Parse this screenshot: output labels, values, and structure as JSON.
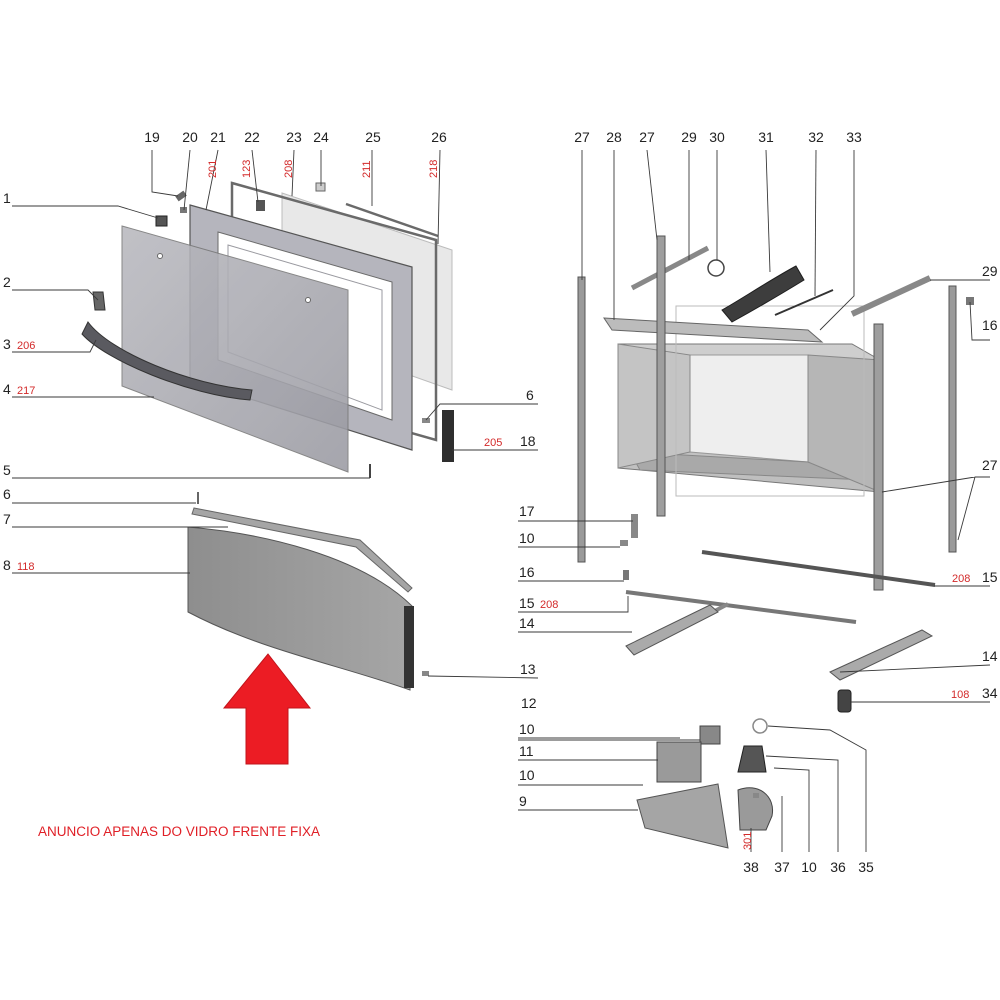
{
  "notice": "ANUNCIO APENAS DO VIDRO FRENTE FIXA",
  "highlight_color": "#e01f26",
  "code_color": "#d32a2a",
  "arrow_icon": "red-up-arrow",
  "left_top_numbers": [
    "19",
    "20",
    "21",
    "22",
    "23",
    "24",
    "25",
    "26"
  ],
  "left_top_codes": [
    "201",
    "123",
    "208",
    "211",
    "218"
  ],
  "left_side": [
    {
      "num": "1",
      "code": ""
    },
    {
      "num": "2",
      "code": ""
    },
    {
      "num": "3",
      "code": "206"
    },
    {
      "num": "4",
      "code": "217"
    },
    {
      "num": "5",
      "code": ""
    },
    {
      "num": "6",
      "code": ""
    },
    {
      "num": "7",
      "code": ""
    },
    {
      "num": "8",
      "code": "118"
    }
  ],
  "left_right_labels": [
    {
      "num": "6",
      "code": ""
    },
    {
      "num": "18",
      "code": "205"
    },
    {
      "num": "13",
      "code": ""
    }
  ],
  "right_top_numbers": [
    "27",
    "28",
    "27",
    "29",
    "30",
    "31",
    "32",
    "33"
  ],
  "right_side": [
    {
      "num": "29",
      "code": ""
    },
    {
      "num": "16",
      "code": ""
    },
    {
      "num": "27",
      "code": ""
    },
    {
      "num": "15",
      "code": "208"
    },
    {
      "num": "14",
      "code": ""
    },
    {
      "num": "34",
      "code": "108"
    }
  ],
  "middle_left_labels": [
    {
      "num": "17",
      "code": ""
    },
    {
      "num": "10",
      "code": ""
    },
    {
      "num": "16",
      "code": ""
    },
    {
      "num": "15",
      "code": "208"
    },
    {
      "num": "14",
      "code": ""
    },
    {
      "num": "12",
      "code": ""
    },
    {
      "num": "10",
      "code": ""
    },
    {
      "num": "11",
      "code": ""
    },
    {
      "num": "10",
      "code": ""
    },
    {
      "num": "9",
      "code": ""
    }
  ],
  "bottom_numbers": [
    "38",
    "37",
    "10",
    "36",
    "35"
  ],
  "bottom_code": "301"
}
